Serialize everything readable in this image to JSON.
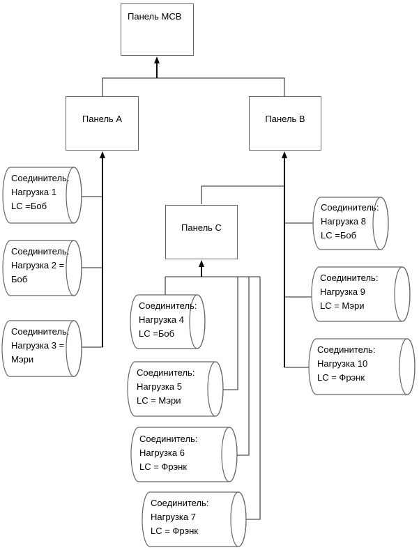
{
  "diagram": {
    "panels": [
      {
        "id": "mcb",
        "label": "Панель МСВ"
      },
      {
        "id": "a",
        "label": "Панель А"
      },
      {
        "id": "b",
        "label": "Панель В"
      },
      {
        "id": "c",
        "label": "Панель С"
      }
    ],
    "connectors": [
      {
        "id": "load-1",
        "label": "Соединитель:\nНагрузка 1\nLC =Боб"
      },
      {
        "id": "load-2",
        "label": "Соединитель:\nНагрузка 2 =\nБоб"
      },
      {
        "id": "load-3",
        "label": "Соединитель:\nНагрузка 3 =\nМэри"
      },
      {
        "id": "load-4",
        "label": "Соединитель:\nНагрузка 4\nLC =Боб"
      },
      {
        "id": "load-5",
        "label": "Соединитель:\nНагрузка 5\nLC = Мэри"
      },
      {
        "id": "load-6",
        "label": "Соединитель:\nНагрузка 6\nLC = Фрэнк"
      },
      {
        "id": "load-7",
        "label": "Соединитель:\nНагрузка 7\nLC = Фрэнк"
      },
      {
        "id": "load-8",
        "label": "Соединитель:\nНагрузка 8\nLC =Боб"
      },
      {
        "id": "load-9",
        "label": "Соединитель:\nНагрузка 9\nLC = Мэри"
      },
      {
        "id": "load-10",
        "label": "Соединитель:\nНагрузка 10\nLC = Фрэнк"
      }
    ],
    "colors": {
      "background": "#ffffff",
      "shape_stroke": "#666666",
      "connector_stroke": "#4d4d4d",
      "trunk_stroke": "#0a0a0a",
      "text": "#000000"
    }
  }
}
